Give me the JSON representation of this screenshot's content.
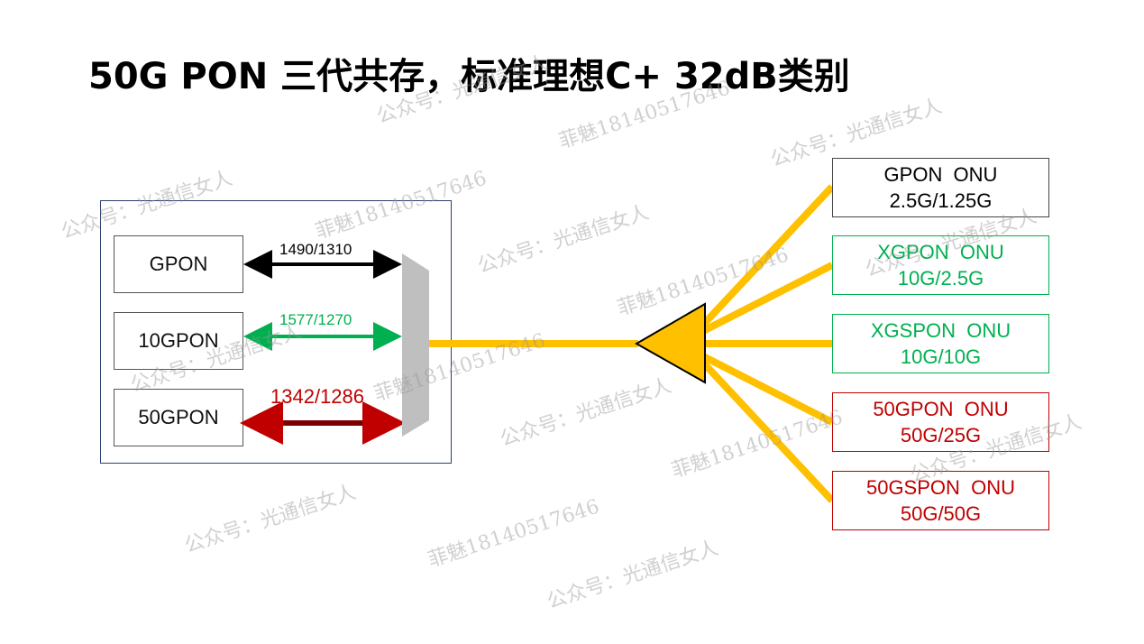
{
  "title": "50G PON 三代共存，标准理想C+ 32dB类别",
  "olt": [
    {
      "label": "GPON",
      "wavelength": "1490/1310",
      "color": "#000000"
    },
    {
      "label": "10GPON",
      "wavelength": "1577/1270",
      "color": "#00b050"
    },
    {
      "label": "50GPON",
      "wavelength": "1342/1286",
      "color": "#c00000"
    }
  ],
  "onus": [
    {
      "line1": "GPON  ONU",
      "line2": "2.5G/1.25G",
      "color": "#000000"
    },
    {
      "line1": "XGPON  ONU",
      "line2": "10G/2.5G",
      "color": "#00b050"
    },
    {
      "line1": "XGSPON  ONU",
      "line2": "10G/10G",
      "color": "#00b050"
    },
    {
      "line1": "50GPON  ONU",
      "line2": "50G/25G",
      "color": "#c00000"
    },
    {
      "line1": "50GSPON  ONU",
      "line2": "50G/50G",
      "color": "#c00000"
    }
  ],
  "colors": {
    "fiber": "#ffc000",
    "splitter": "#ffc000",
    "mux": "#bfbfbf"
  },
  "watermarks": [
    {
      "text": "公众号：光通信女人"
    },
    {
      "text": "菲魅18140517646"
    }
  ]
}
